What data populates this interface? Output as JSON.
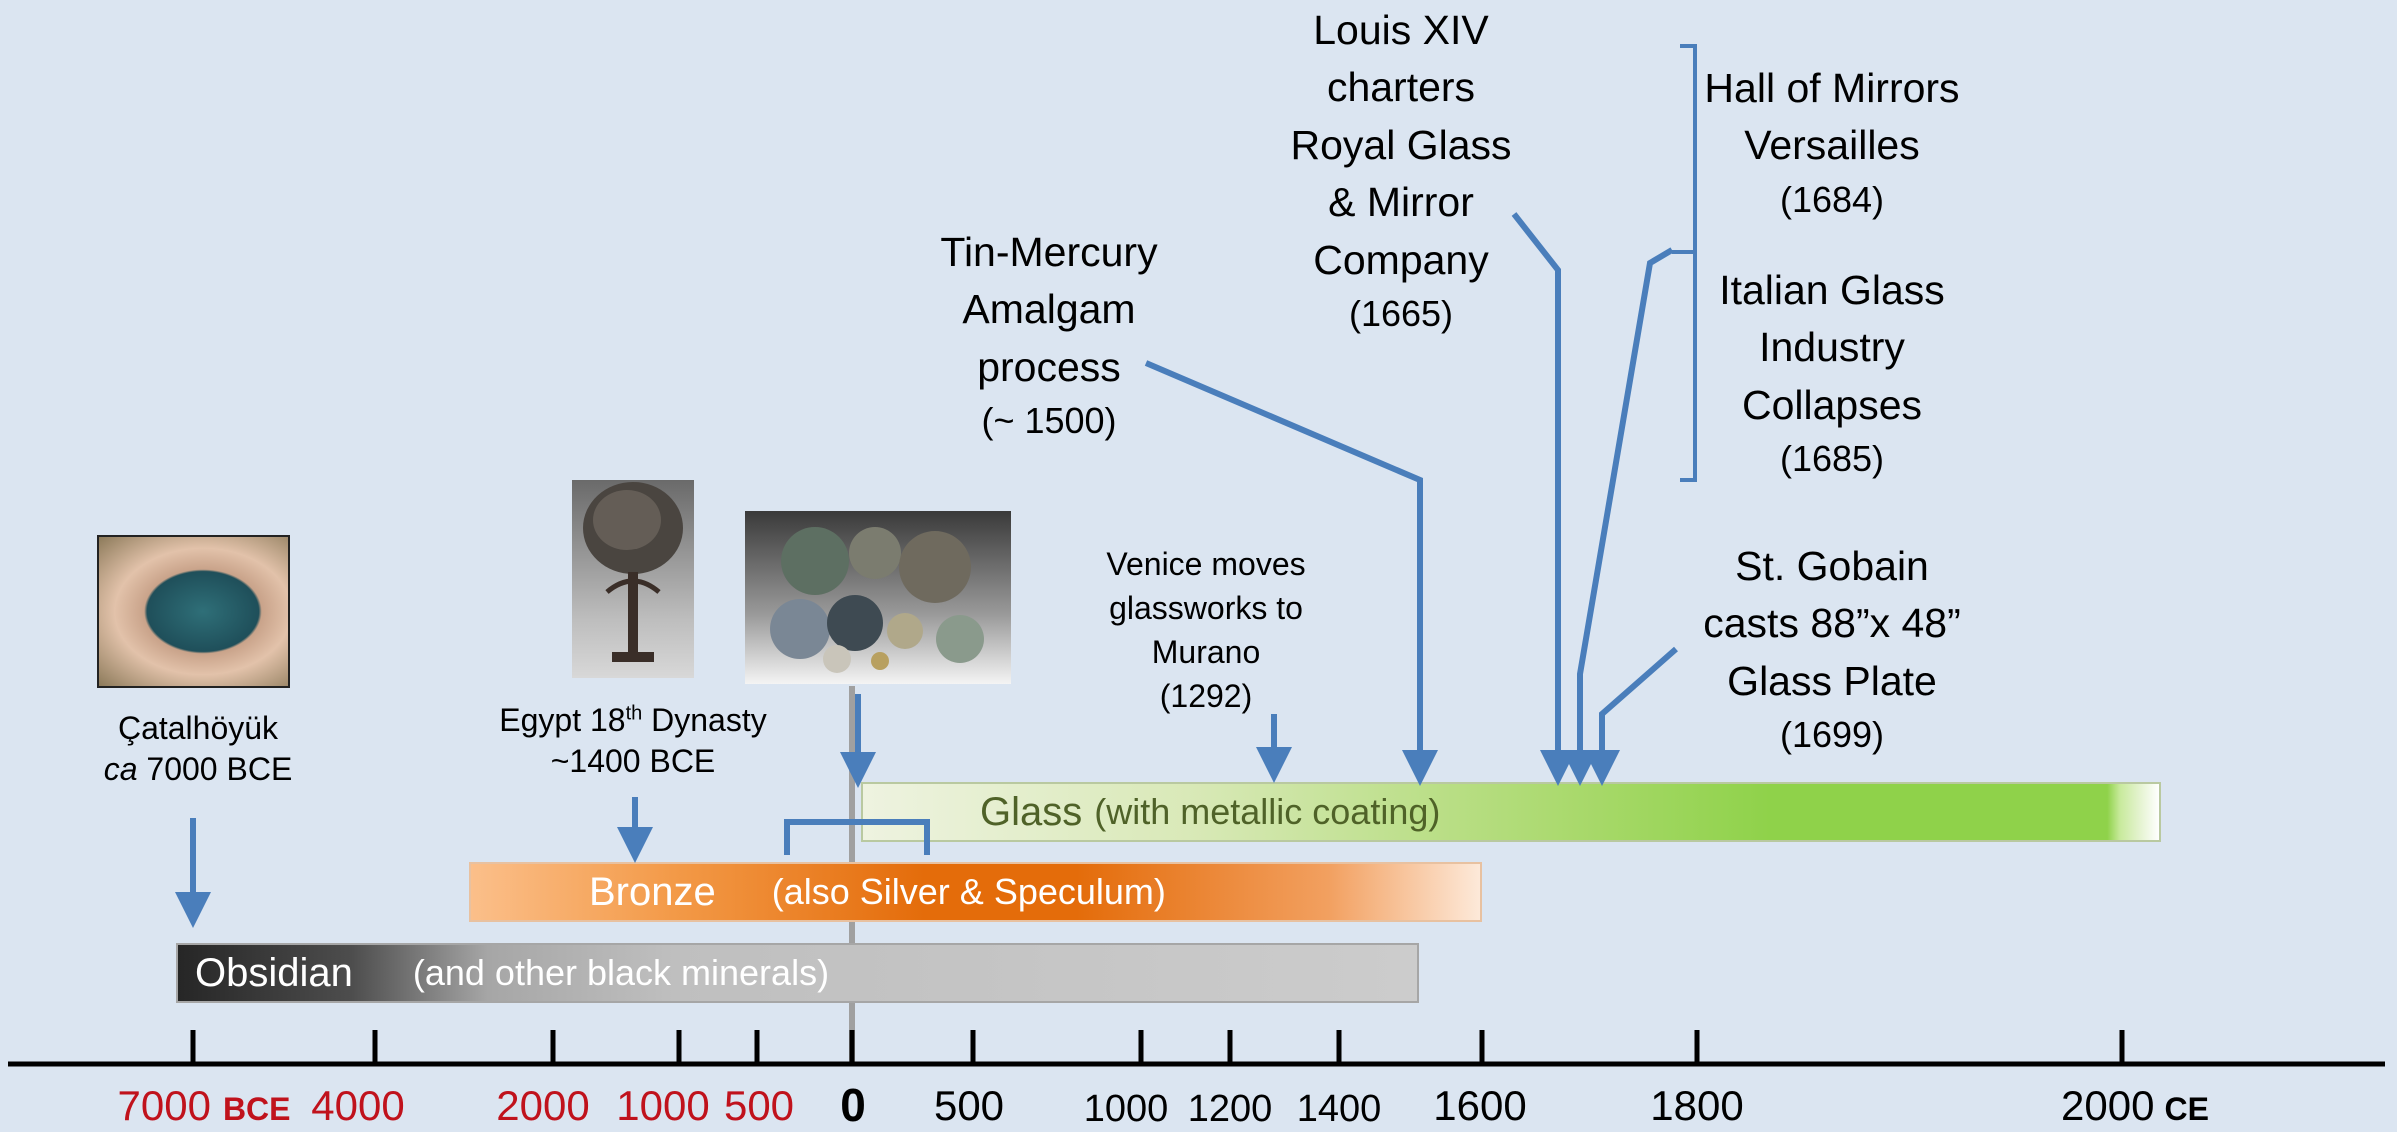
{
  "bars": {
    "glass": {
      "name": "Glass",
      "note": "(with metallic coating)"
    },
    "bronze": {
      "name": "Bronze",
      "note": "(also Silver & Speculum)"
    },
    "obsidian": {
      "name": "Obsidian",
      "note": "(and other black minerals)"
    }
  },
  "axis": {
    "ticks_bce": [
      "7000",
      "4000",
      "2000",
      "1000",
      "500"
    ],
    "bce_suffix": "BCE",
    "zero": "0",
    "ticks_ce": [
      "500",
      "1000",
      "1200",
      "1400",
      "1600",
      "1800",
      "2000"
    ],
    "ce_suffix": "CE"
  },
  "annotations": {
    "catalhoyuk": {
      "line1": "Çatalhöyük",
      "line2_italic": "ca",
      "line2_rest": " 7000 BCE"
    },
    "egypt": {
      "line1_pre": "Egypt 18",
      "line1_sup": "th",
      "line1_post": " Dynasty",
      "line2": "~1400 BCE"
    },
    "venice": {
      "lines": [
        "Venice moves",
        "glassworks to",
        "Murano",
        "(1292)"
      ]
    },
    "tin_mercury": {
      "lines": [
        "Tin-Mercury",
        "Amalgam",
        "process",
        "(~ 1500)"
      ]
    },
    "louis": {
      "lines": [
        "Louis XIV",
        "charters",
        "Royal Glass",
        "& Mirror",
        "Company",
        "(1665)"
      ]
    },
    "hall": {
      "lines": [
        "Hall of Mirrors",
        "Versailles",
        "(1684)"
      ]
    },
    "italian": {
      "lines": [
        "Italian Glass",
        "Industry",
        "Collapses",
        "(1685)"
      ]
    },
    "gobain": {
      "lines": [
        "St. Gobain",
        "casts 88”x 48”",
        "Glass Plate",
        "(1699)"
      ]
    }
  },
  "colors": {
    "arrow": "#4a7ebb",
    "red_label": "#c0121c",
    "background": "#dbe5f1"
  }
}
